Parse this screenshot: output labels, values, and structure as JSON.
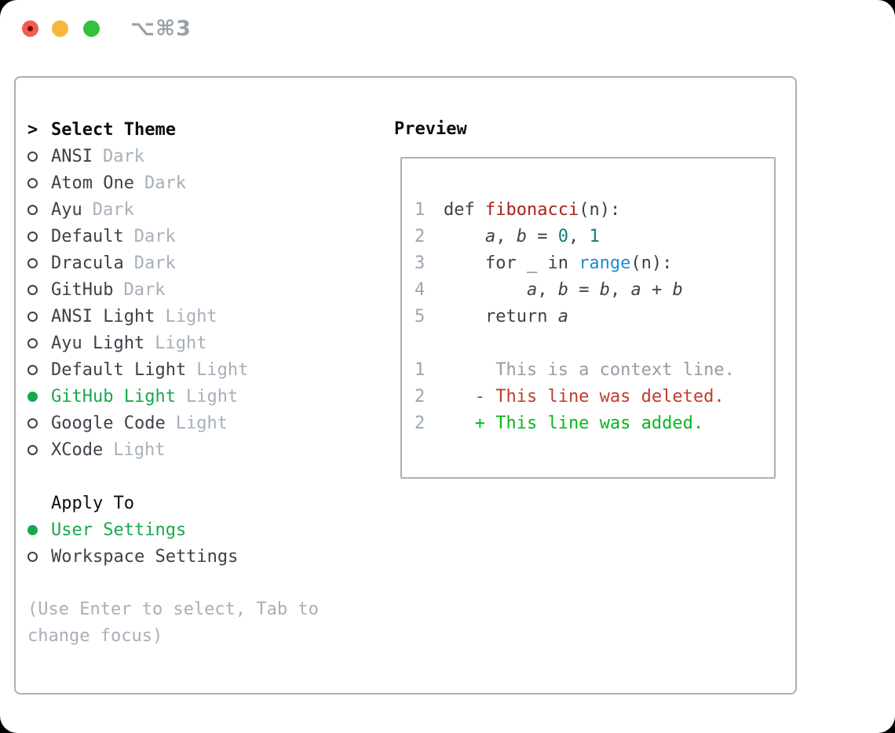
{
  "window": {
    "title_shortcut": "⌥⌘3"
  },
  "traffic_lights": [
    {
      "name": "close",
      "color": "#f25c52"
    },
    {
      "name": "minimize",
      "color": "#f6b73c"
    },
    {
      "name": "zoom",
      "color": "#35c13f"
    }
  ],
  "theme_panel": {
    "header": {
      "pointer": ">",
      "label": "Select Theme"
    },
    "themes": [
      {
        "name": "ANSI",
        "variant": "Dark",
        "selected": false
      },
      {
        "name": "Atom One",
        "variant": "Dark",
        "selected": false
      },
      {
        "name": "Ayu",
        "variant": "Dark",
        "selected": false
      },
      {
        "name": "Default",
        "variant": "Dark",
        "selected": false
      },
      {
        "name": "Dracula",
        "variant": "Dark",
        "selected": false
      },
      {
        "name": "GitHub",
        "variant": "Dark",
        "selected": false
      },
      {
        "name": "ANSI Light",
        "variant": "Light",
        "selected": false
      },
      {
        "name": "Ayu Light",
        "variant": "Light",
        "selected": false
      },
      {
        "name": "Default Light",
        "variant": "Light",
        "selected": false
      },
      {
        "name": "GitHub Light",
        "variant": "Light",
        "selected": true
      },
      {
        "name": "Google Code",
        "variant": "Light",
        "selected": false
      },
      {
        "name": "XCode",
        "variant": "Light",
        "selected": false
      }
    ],
    "apply_to": {
      "label": "Apply To",
      "options": [
        {
          "name": "User Settings",
          "selected": true
        },
        {
          "name": "Workspace Settings",
          "selected": false
        }
      ]
    },
    "hint": "(Use Enter to select, Tab to\nchange focus)"
  },
  "preview": {
    "header": "Preview",
    "code_lines": [
      {
        "num": "1",
        "tokens": [
          {
            "t": "def ",
            "c": "p"
          },
          {
            "t": "fibonacci",
            "c": "fn"
          },
          {
            "t": "(n):",
            "c": "p"
          }
        ]
      },
      {
        "num": "2",
        "tokens": [
          {
            "t": "    ",
            "c": "p"
          },
          {
            "t": "a",
            "c": "v"
          },
          {
            "t": ", ",
            "c": "p"
          },
          {
            "t": "b",
            "c": "v"
          },
          {
            "t": " = ",
            "c": "p"
          },
          {
            "t": "0",
            "c": "num"
          },
          {
            "t": ", ",
            "c": "p"
          },
          {
            "t": "1",
            "c": "num"
          }
        ]
      },
      {
        "num": "3",
        "tokens": [
          {
            "t": "    for _ in ",
            "c": "p"
          },
          {
            "t": "range",
            "c": "bi"
          },
          {
            "t": "(n):",
            "c": "p"
          }
        ]
      },
      {
        "num": "4",
        "tokens": [
          {
            "t": "        ",
            "c": "p"
          },
          {
            "t": "a",
            "c": "v"
          },
          {
            "t": ", ",
            "c": "p"
          },
          {
            "t": "b",
            "c": "v"
          },
          {
            "t": " = ",
            "c": "p"
          },
          {
            "t": "b",
            "c": "v"
          },
          {
            "t": ", ",
            "c": "p"
          },
          {
            "t": "a",
            "c": "v"
          },
          {
            "t": " + ",
            "c": "p"
          },
          {
            "t": "b",
            "c": "v"
          }
        ]
      },
      {
        "num": "5",
        "tokens": [
          {
            "t": "    return ",
            "c": "p"
          },
          {
            "t": "a",
            "c": "v"
          }
        ]
      }
    ],
    "diff_lines": [
      {
        "num": "1",
        "c": "ctx",
        "text": "     This is a context line."
      },
      {
        "num": "2",
        "c": "del",
        "text": "   - This line was deleted."
      },
      {
        "num": "2",
        "c": "add",
        "text": "   + This line was added."
      }
    ]
  },
  "colors": {
    "page_bg": "#000000",
    "window_bg": "#ffffff",
    "ink": "#3b424a",
    "ink_strong": "#0b0d0f",
    "gray": "#a6b0ba",
    "line_number": "#9aa6b3",
    "context": "#949ca6",
    "green_select": "#17a84d",
    "green_add": "#06b71f",
    "red_delete": "#c23a2b",
    "red_function": "#a7231c",
    "teal_number": "#0e7d79",
    "blue_builtin": "#1d8cd3",
    "border": "#a9b1ba",
    "title_gray": "#9aa1a8",
    "tl_red": "#f25c52",
    "tl_red_inner": "#750e07",
    "tl_yellow": "#f6b73c",
    "tl_green": "#35c13f"
  }
}
